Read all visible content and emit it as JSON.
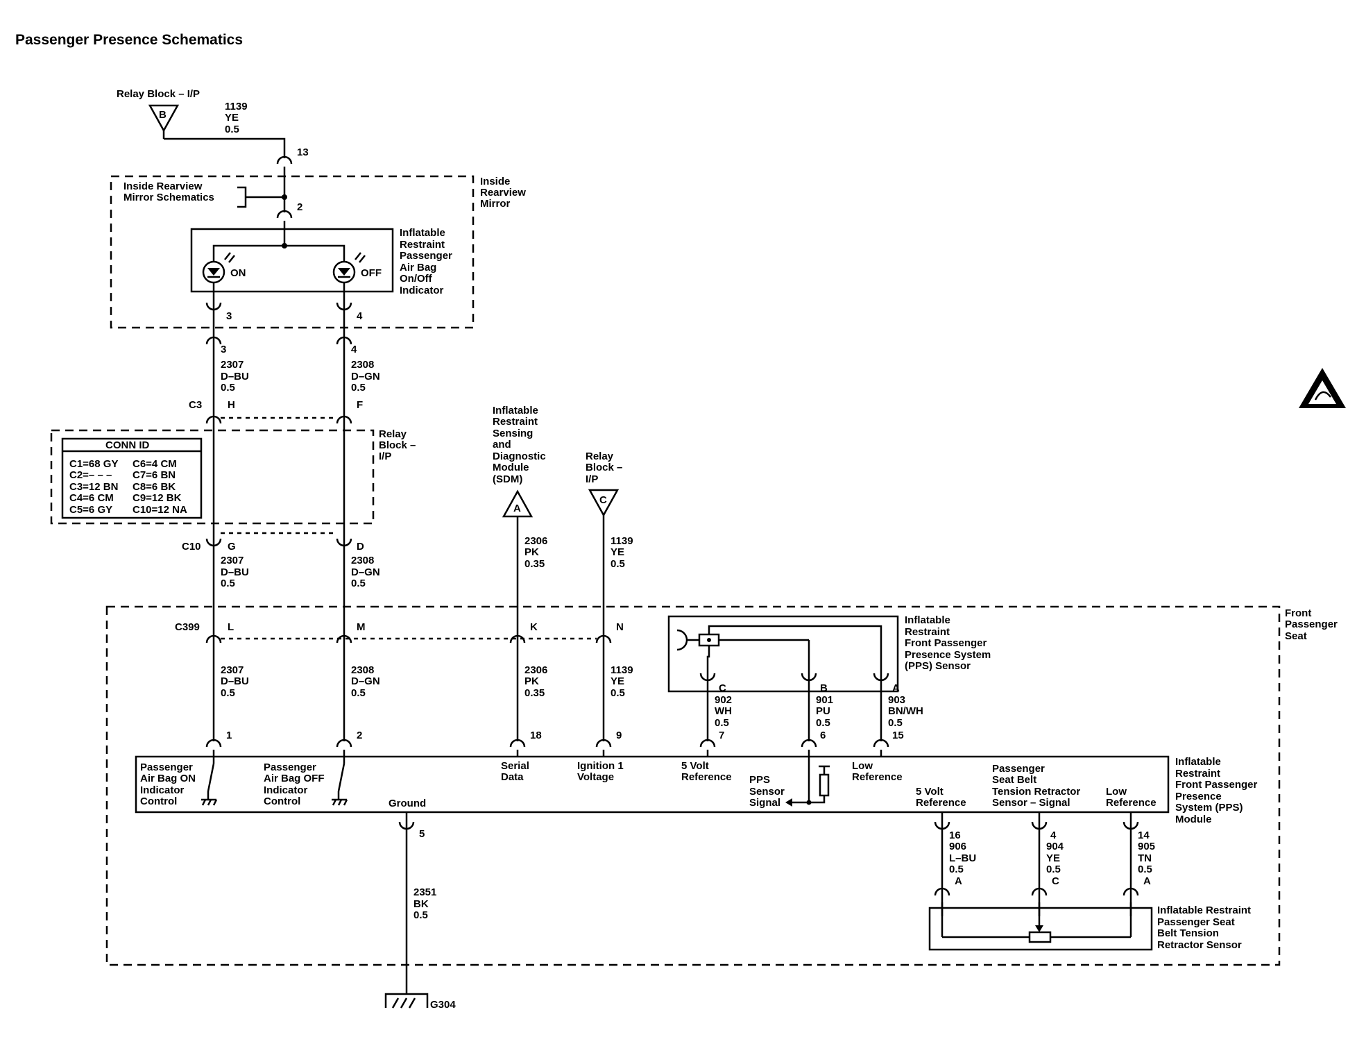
{
  "title": "Passenger Presence Schematics",
  "relay_block_top": {
    "label": "Relay Block – I/P",
    "letter": "B"
  },
  "feed_wire": {
    "circuit": "1139",
    "color": "YE",
    "size": "0.5",
    "pin": "13"
  },
  "mirror": {
    "label": [
      "Inside",
      "Rearview",
      "Mirror"
    ],
    "schem_ref": [
      "Inside Rearview",
      "Mirror Schematics"
    ],
    "pin2": "2",
    "indicator_label": [
      "Inflatable",
      "Restraint",
      "Passenger",
      "Air Bag",
      "On/Off",
      "Indicator"
    ],
    "on": "ON",
    "off": "OFF",
    "pin_left": "3",
    "pin_right": "4"
  },
  "seg1": {
    "left": {
      "pin": "3",
      "circuit": "2307",
      "color": "D–BU",
      "size": "0.5"
    },
    "right": {
      "pin": "4",
      "circuit": "2308",
      "color": "D–GN",
      "size": "0.5"
    }
  },
  "c3": {
    "name": "C3",
    "left_pin": "H",
    "right_pin": "F"
  },
  "relay_block_mid": {
    "label": [
      "Relay",
      "Block –",
      "I/P"
    ]
  },
  "conn_id": {
    "title": "CONN ID",
    "rows": [
      [
        "C1=68 GY",
        "C6=4 CM"
      ],
      [
        "C2=– – –",
        "C7=6 BN"
      ],
      [
        "C3=12 BN",
        "C8=6 BK"
      ],
      [
        "C4=6 CM",
        "C9=12 BK"
      ],
      [
        "C5=6 GY",
        "C10=12 NA"
      ]
    ]
  },
  "c10": {
    "name": "C10",
    "left_pin": "G",
    "right_pin": "D"
  },
  "seg2": {
    "left": {
      "circuit": "2307",
      "color": "D–BU",
      "size": "0.5"
    },
    "right": {
      "circuit": "2308",
      "color": "D–GN",
      "size": "0.5"
    }
  },
  "sdm": {
    "label": [
      "Inflatable",
      "Restraint",
      "Sensing",
      "and",
      "Diagnostic",
      "Module",
      "(SDM)"
    ],
    "letter": "A"
  },
  "relay_block_c": {
    "label": [
      "Relay",
      "Block –",
      "I/P"
    ],
    "letter": "C"
  },
  "sdm_wire": {
    "circuit": "2306",
    "color": "PK",
    "size": "0.35"
  },
  "relay_c_wire": {
    "circuit": "1139",
    "color": "YE",
    "size": "0.5"
  },
  "front_seat": {
    "label": [
      "Front",
      "Passenger",
      "Seat"
    ]
  },
  "c399": {
    "name": "C399",
    "pins": [
      "L",
      "M",
      "K",
      "N"
    ]
  },
  "seg3": [
    {
      "circuit": "2307",
      "color": "D–BU",
      "size": "0.5",
      "pin": "1"
    },
    {
      "circuit": "2308",
      "color": "D–GN",
      "size": "0.5",
      "pin": "2"
    },
    {
      "circuit": "2306",
      "color": "PK",
      "size": "0.35",
      "pin": "18"
    },
    {
      "circuit": "1139",
      "color": "YE",
      "size": "0.5",
      "pin": "9"
    }
  ],
  "pps_sensor": {
    "label": [
      "Inflatable",
      "Restraint",
      "Front Passenger",
      "Presence System",
      "(PPS) Sensor"
    ],
    "wires": [
      {
        "letter": "C",
        "circuit": "902",
        "color": "WH",
        "size": "0.5",
        "pin": "7"
      },
      {
        "letter": "B",
        "circuit": "901",
        "color": "PU",
        "size": "0.5",
        "pin": "6"
      },
      {
        "letter": "A",
        "circuit": "903",
        "color": "BN/WH",
        "size": "0.5",
        "pin": "15"
      }
    ]
  },
  "module": {
    "label": [
      "Inflatable",
      "Restraint",
      "Front Passenger",
      "Presence",
      "System (PPS)",
      "Module"
    ],
    "on_ctrl": [
      "Passenger",
      "Air Bag ON",
      "Indicator",
      "Control"
    ],
    "off_ctrl": [
      "Passenger",
      "Air Bag OFF",
      "Indicator",
      "Control"
    ],
    "serial": [
      "Serial",
      "Data"
    ],
    "ign": [
      "Ignition 1",
      "Voltage"
    ],
    "ref5v": [
      "5 Volt",
      "Reference"
    ],
    "pps_signal": [
      "PPS",
      "Sensor",
      "Signal"
    ],
    "low_ref": [
      "Low",
      "Reference"
    ],
    "ground": "Ground",
    "ref5v_b": [
      "5 Volt",
      "Reference"
    ],
    "seatbelt_sig": [
      "Passenger",
      "Seat Belt",
      "Tension Retractor",
      "Sensor – Signal"
    ],
    "low_ref_b": [
      "Low",
      "Reference"
    ]
  },
  "ground_wire": {
    "pin": "5",
    "circuit": "2351",
    "color": "BK",
    "size": "0.5",
    "ground_id": "G304"
  },
  "belt_wires": [
    {
      "pin": "16",
      "circuit": "906",
      "color": "L–BU",
      "size": "0.5",
      "letter": "A"
    },
    {
      "pin": "4",
      "circuit": "904",
      "color": "YE",
      "size": "0.5",
      "letter": "C"
    },
    {
      "pin": "14",
      "circuit": "905",
      "color": "TN",
      "size": "0.5",
      "letter": "A"
    }
  ],
  "belt_sensor": {
    "label": [
      "Inflatable Restraint",
      "Passenger Seat",
      "Belt Tension",
      "Retractor Sensor"
    ]
  }
}
